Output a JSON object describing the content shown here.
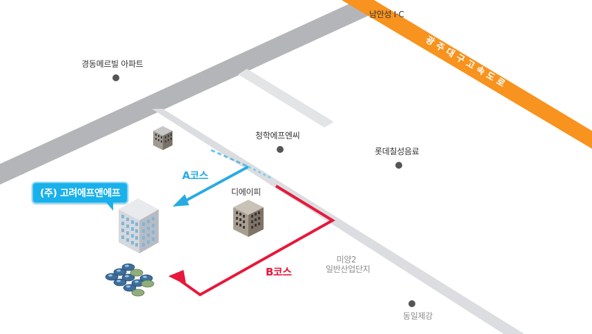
{
  "map": {
    "expressway": {
      "name": "광주대구고속도로",
      "interchange": "남안성 I·C",
      "color": "#f7931e"
    },
    "landmarks": [
      {
        "id": "kyungdong",
        "name": "경동메르빌 아파트"
      },
      {
        "id": "chunghak",
        "name": "청학에프엔씨"
      },
      {
        "id": "lotte",
        "name": "롯데칠성음료"
      },
      {
        "id": "dongil",
        "name": "동일제강"
      }
    ],
    "buildings": {
      "dae": "디에이피"
    },
    "industrial_complex": {
      "line1": "미양2",
      "line2": "일반산업단지"
    },
    "destination": "(주) 고려에프앤에프",
    "routes": {
      "a": {
        "label": "A코스",
        "color": "#29abe2"
      },
      "b": {
        "label": "B코스",
        "color": "#e8173b"
      }
    }
  }
}
